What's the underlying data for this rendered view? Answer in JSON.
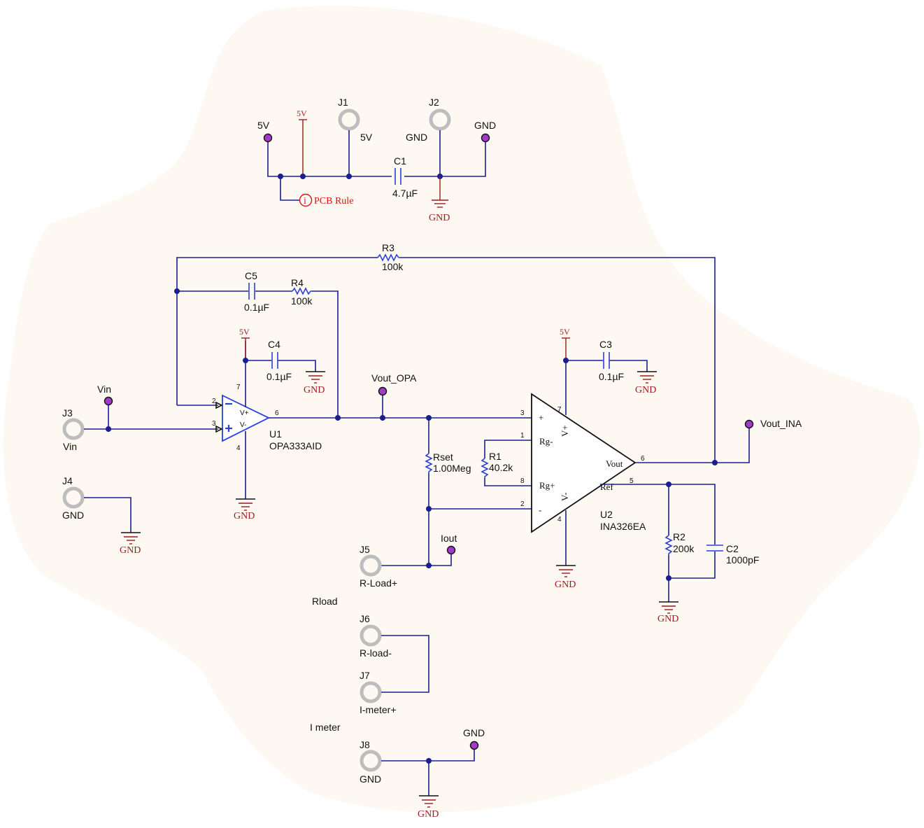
{
  "labels": {
    "j1": "J1",
    "j1_net": "5V",
    "j2": "J2",
    "j2_net": "GND",
    "tp_5v": "5V",
    "tp_gnd_top": "GND",
    "c1": "C1",
    "c1_val": "4.7µF",
    "pcb_rule": "PCB Rule",
    "info_glyph": "i",
    "r3": "R3",
    "r3_val": "100k",
    "c5": "C5",
    "c5_val": "0.1µF",
    "r4": "R4",
    "r4_val": "100k",
    "c4": "C4",
    "c4_val": "0.1µF",
    "c3": "C3",
    "c3_val": "0.1µF",
    "u1": "U1",
    "u1_part": "OPA333AID",
    "u1_vplus": "V+",
    "u1_vminus": "V-",
    "u1_pin2": "2",
    "u1_pin3": "3",
    "u1_pin6": "6",
    "u1_pin7": "7",
    "u1_pin4": "4",
    "vin_tp": "Vin",
    "j3": "J3",
    "j3_net": "Vin",
    "j4": "J4",
    "j4_net": "GND",
    "vout_opa": "Vout_OPA",
    "rset": "Rset",
    "rset_val": "1.00Meg",
    "r1": "R1",
    "r1_val": "40.2k",
    "u2": "U2",
    "u2_part": "INA326EA",
    "u2_plus": "+",
    "u2_minus": "-",
    "u2_rgm": "Rg-",
    "u2_rgp": "Rg+",
    "u2_vplus": "V+",
    "u2_vminus": "V-",
    "u2_vout": "Vout",
    "u2_ref": "Ref",
    "u2_pin3": "3",
    "u2_pin1": "1",
    "u2_pin8": "8",
    "u2_pin2": "2",
    "u2_pin7": "7",
    "u2_pin4": "4",
    "u2_pin6": "6",
    "u2_pin5": "5",
    "vout_ina": "Vout_INA",
    "r2": "R2",
    "r2_val": "200k",
    "c2": "C2",
    "c2_val": "1000pF",
    "iout": "Iout",
    "j5": "J5",
    "j5_net": "R-Load+",
    "rload": "Rload",
    "j6": "J6",
    "j6_net": "R-load-",
    "j7": "J7",
    "j7_net": "I-meter+",
    "imeter": "I meter",
    "j8": "J8",
    "j8_net": "GND",
    "tp_gnd_bottom": "GND",
    "pwr_5v": "5V",
    "gnd": "GND"
  },
  "colors": {
    "background_blob": "#fdf8f1",
    "wire": "#1a1f8f",
    "power_symbol": "#9b1b1b",
    "test_point": "#a23ac9",
    "connector": "#bdbdbd",
    "pcb_rule": "#d11111"
  }
}
